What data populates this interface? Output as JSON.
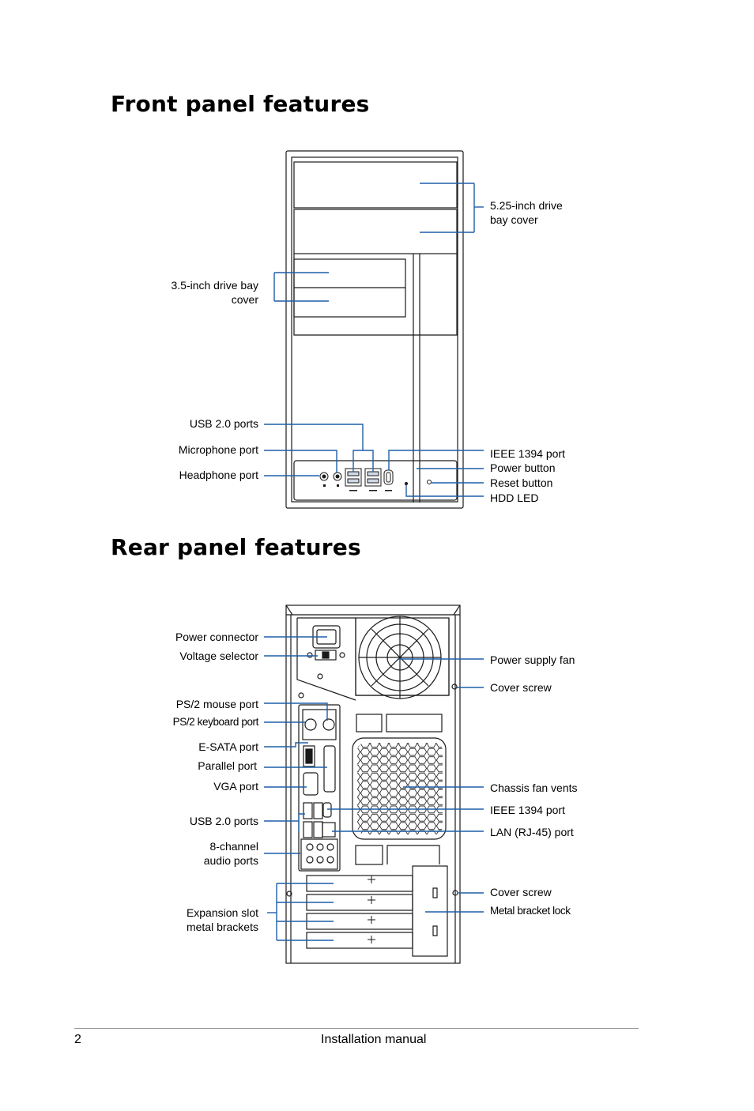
{
  "front": {
    "title": "Front panel features",
    "labels": {
      "drive525_l1": "5.25-inch drive",
      "drive525_l2": "bay cover",
      "drive35_l1": "3.5-inch drive bay",
      "drive35_l2": "cover",
      "usb": "USB 2.0 ports",
      "mic": "Microphone port",
      "headphone": "Headphone port",
      "ieee": "IEEE 1394 port",
      "power": "Power button",
      "reset": "Reset button",
      "hdd": "HDD LED"
    }
  },
  "rear": {
    "title": "Rear panel features",
    "labels": {
      "power_conn": "Power connector",
      "voltage": "Voltage selector",
      "ps2_mouse": "PS/2 mouse port",
      "ps2_kb": "PS/2 keyboard port",
      "esata": "E-SATA port",
      "parallel": "Parallel port",
      "vga": "VGA port",
      "usb": "USB 2.0 ports",
      "audio_l1": "8-channel",
      "audio_l2": "audio ports",
      "exp_l1": "Expansion slot",
      "exp_l2": "metal brackets",
      "psu_fan": "Power supply fan",
      "cover_screw_top": "Cover screw",
      "chassis_vents": "Chassis fan vents",
      "ieee": "IEEE 1394 port",
      "lan": "LAN (RJ-45) port",
      "cover_screw_bottom": "Cover screw",
      "bracket_lock": "Metal bracket lock"
    }
  },
  "footer": {
    "page_number": "2",
    "doc_title": "Installation manual"
  },
  "colors": {
    "leader": "#1f5fa8",
    "outline": "#1a1a1a"
  }
}
